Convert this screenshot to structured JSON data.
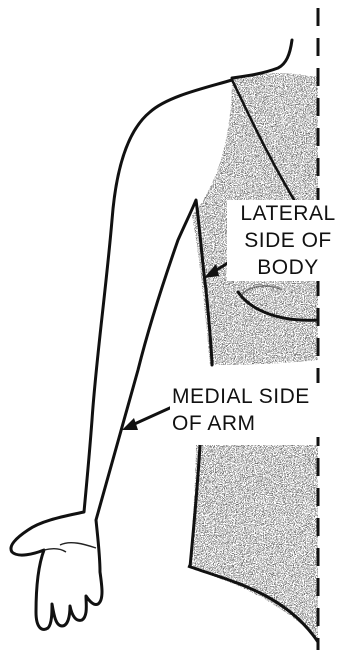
{
  "labels": {
    "lateral": [
      "LATERAL",
      "SIDE OF",
      "BODY"
    ],
    "medial": [
      "MEDIAL SIDE",
      "OF ARM"
    ]
  }
}
